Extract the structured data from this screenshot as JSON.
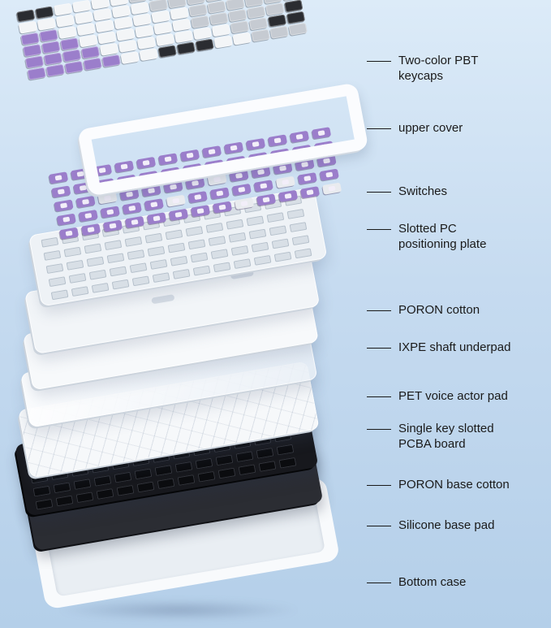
{
  "background": {
    "gradient_top": "#dcebf8",
    "gradient_bottom": "#b4cfe9",
    "label_text_color": "#1a1a1a"
  },
  "callouts": [
    {
      "label": "Two-color PBT keycaps",
      "target": "keycaps"
    },
    {
      "label": "upper cover",
      "target": "upper-cover"
    },
    {
      "label": "Switches",
      "target": "switches"
    },
    {
      "label": "Slotted PC positioning plate",
      "target": "positioning-plate"
    },
    {
      "label": "PORON cotton",
      "target": "poron-cotton"
    },
    {
      "label": "IXPE shaft underpad",
      "target": "ixpe-underpad"
    },
    {
      "label": "PET voice actor pad",
      "target": "pet-pad"
    },
    {
      "label": "Single key slotted PCBA board",
      "target": "pcba-board"
    },
    {
      "label": "PORON base cotton",
      "target": "poron-base-cotton"
    },
    {
      "label": "Silicone base pad",
      "target": "silicone-base-pad"
    },
    {
      "label": "Bottom case",
      "target": "bottom-case"
    }
  ],
  "keyboard": {
    "cell_colors": {
      "w": "#f3f5f7",
      "g": "#c6cbd2",
      "p": "#9b7ecb",
      "b": "#2a2c31",
      "s": "#e9ebef"
    },
    "layer_colors": {
      "white_sheet": "#f5f7fa",
      "pcba": "#f6f8fa",
      "poron_base_foam": "#17181d",
      "silicone_pad": "#2b2d33",
      "bottom_case": "#f8fafc",
      "switch_purple": "#9b7ecb",
      "keycap_purple": "#9b7ecb",
      "keycap_black": "#2a2c31"
    },
    "keycap_rows": [
      "bbwwwwggggggggg",
      "wwwwwwwgggggggg",
      "ppwwwwwwwgggggg",
      "pppwwwwwwgggggb",
      "ppppwwwwwwwggbb",
      "pppppwwbbbwwggg"
    ],
    "switch_rows": [
      "ppppppppppppp",
      "ppppppppppppp",
      "ppsppppsppppp",
      "pppppsppppspp",
      "ppppppppsppps"
    ],
    "plate_rows": [
      ".............",
      ".............",
      ".............",
      ".............",
      "............."
    ],
    "base_rows": [
      ".............",
      ".............",
      ".............",
      ".............",
      "............."
    ]
  }
}
